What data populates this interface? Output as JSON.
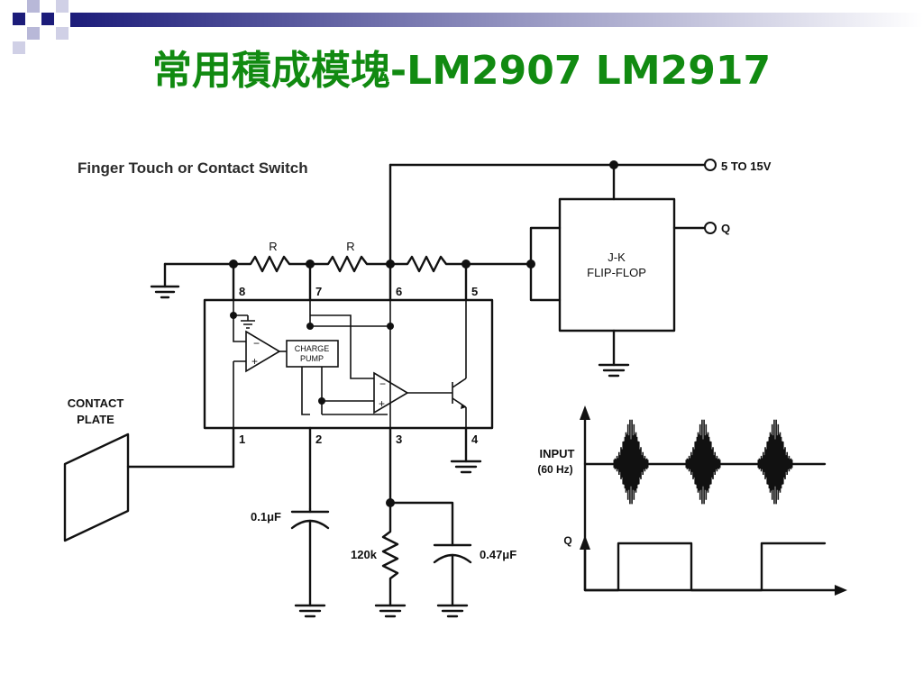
{
  "slide": {
    "title": "常用積成模塊-LM2907 LM2917",
    "accent_color": "#118a11",
    "decoration_color": "#1c1c7a"
  },
  "diagram": {
    "caption": "Finger Touch or Contact Switch",
    "labels": {
      "supply": "5 TO 15V",
      "output_q": "Q",
      "flipflop_line1": "J-K",
      "flipflop_line2": "FLIP-FLOP",
      "resistor_r1": "R",
      "resistor_r2": "R",
      "charge_pump_line1": "CHARGE",
      "charge_pump_line2": "PUMP",
      "contact_line1": "CONTACT",
      "contact_line2": "PLATE",
      "cap1": "0.1μF",
      "res_120k": "120k",
      "cap2": "0.47μF",
      "pin_8": "8",
      "pin_7": "7",
      "pin_6": "6",
      "pin_5": "5",
      "pin_1": "1",
      "pin_2": "2",
      "pin_3": "3",
      "pin_4": "4",
      "wave_input_line1": "INPUT",
      "wave_input_line2": "(60 Hz)",
      "wave_q": "Q",
      "opamp_minus": "−",
      "opamp_plus": "+"
    }
  }
}
